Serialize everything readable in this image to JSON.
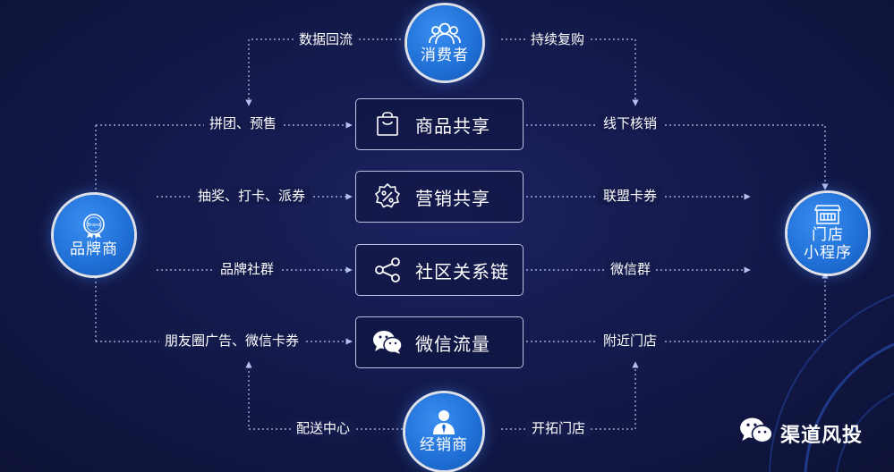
{
  "nodes": {
    "consumer": "消费者",
    "brand_owner": "品牌商",
    "store_line1": "门店",
    "store_line2": "小程序",
    "distributor": "经销商",
    "brand_badge_text": "Brand"
  },
  "boxes": {
    "goods": "商品共享",
    "marketing": "营销共享",
    "community": "社区关系链",
    "wechat": "微信流量"
  },
  "labels": {
    "data_return": "数据回流",
    "repurchase": "持续复购",
    "group_presale": "拼团、预售",
    "offline_verify": "线下核销",
    "lottery": "抽奖、打卡、派券",
    "alliance_coupon": "联盟卡券",
    "brand_group": "品牌社群",
    "wechat_group": "微信群",
    "moments_ads": "朋友圈广告、微信卡券",
    "nearby_store": "附近门店",
    "distribution_center": "配送中心",
    "open_store": "开拓门店"
  },
  "watermark": "渠道风投",
  "colors": {
    "node_blue": "#1f6fd6",
    "background": "#141a4c"
  }
}
